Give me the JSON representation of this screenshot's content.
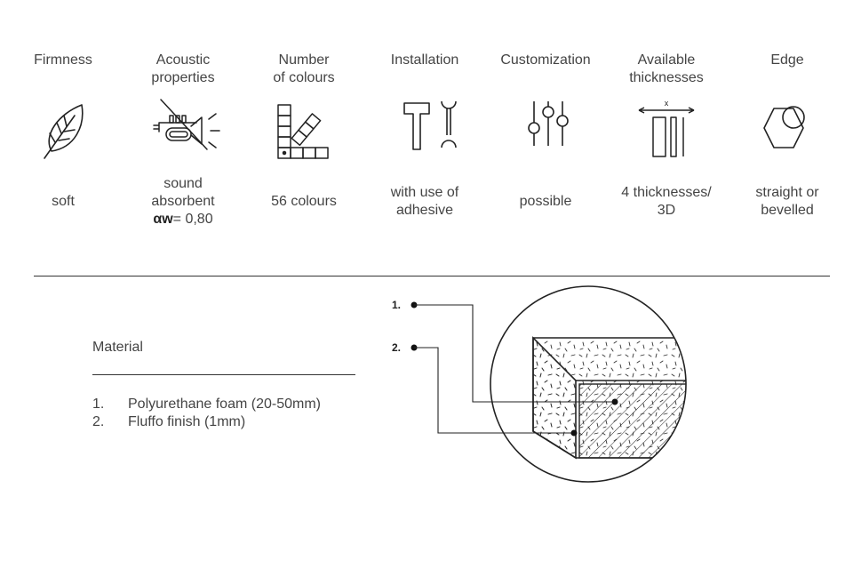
{
  "features": [
    {
      "title": "Firmness",
      "icon": "leaf-icon",
      "value": "soft"
    },
    {
      "title": "Acoustic\nproperties",
      "icon": "muted-trumpet-icon",
      "value": "sound\nabsorbent",
      "value_extra_symbol": "αw",
      "value_extra_rest": "= 0,80"
    },
    {
      "title": "Number\nof colours",
      "icon": "colour-swatch-icon",
      "value": "56 colours"
    },
    {
      "title": "Installation",
      "icon": "hammer-wrench-icon",
      "value": "with use of\nadhesive"
    },
    {
      "title": "Customization",
      "icon": "sliders-icon",
      "value": "possible"
    },
    {
      "title": "Available\nthicknesses",
      "icon": "thickness-panels-icon",
      "icon_label": "x",
      "value": "4 thicknesses/\n3D"
    },
    {
      "title": "Edge",
      "icon": "hexagon-circle-icon",
      "value": "straight or\nbevelled"
    }
  ],
  "material": {
    "title": "Material",
    "items": [
      {
        "num": "1.",
        "text": "Polyurethane foam (20-50mm)"
      },
      {
        "num": "2.",
        "text": "Fluffo finish (1mm)"
      }
    ]
  },
  "diagram": {
    "callouts": [
      {
        "label": "1."
      },
      {
        "label": "2."
      }
    ]
  }
}
